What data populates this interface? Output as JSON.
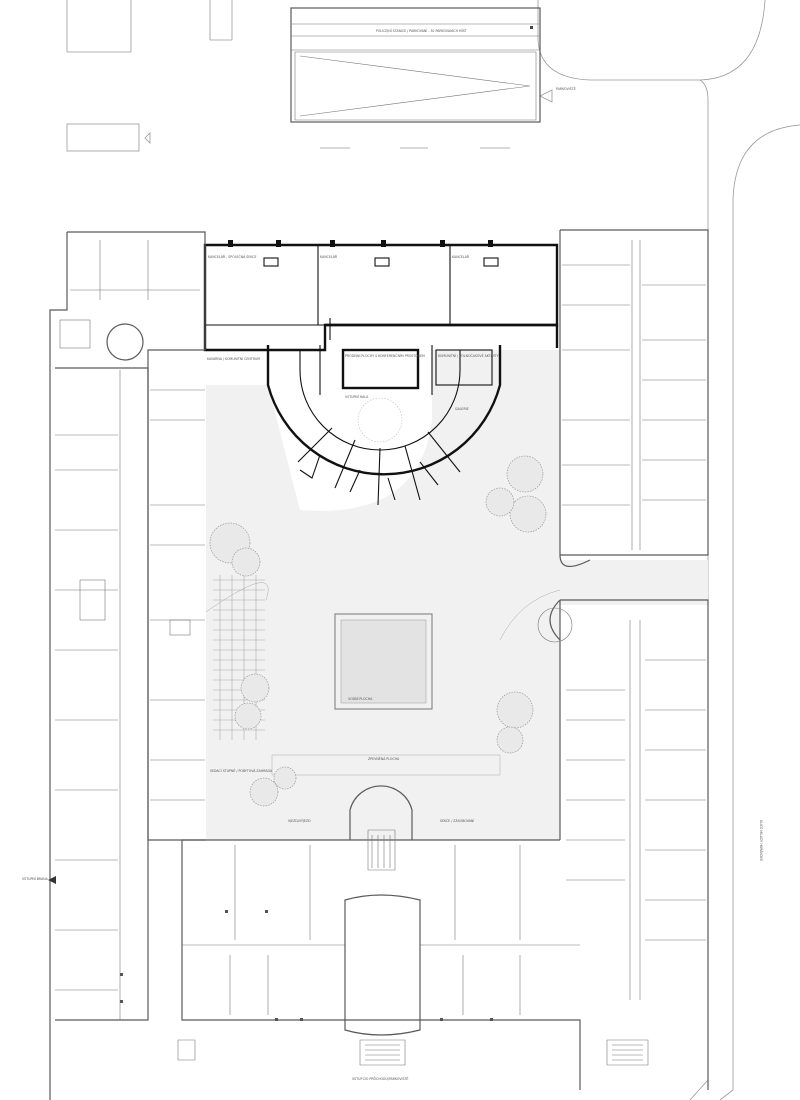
{
  "labels": {
    "canopy_title": "POLICEJNÍ STANICE / PARKOVÁNÍ - 30 PARKOVANÍCH MÍST",
    "parking_label": "PARKOVIŠTĚ",
    "left_entrance": "VSTUPNÍ BRÁNA",
    "bottom_entrance": "VSTUP DO PRŮCHODU/PARKOVIŠTĚ",
    "pool_label": "VODNÍ PLOCHA",
    "court_path": "ZPEVNĚNÁ PLOCHA",
    "garden_label": "SEDACÍ STUPNĚ / POBYTOVÁ ZAHRADA",
    "rotunda_label": "VSTUPNÍ HALA",
    "wing_room_1": "KANCELÁŘ - SPOLEČNÁ SEKCE",
    "wing_room_2": "KANCELÁŘ",
    "wing_room_3": "KANCELÁŘ",
    "annex_label": "KAVÁRNA / KOMUNITNÍ CENTRUM",
    "bar_label_1": "PRODEJNÍ PLOCHY S KONFERENČNÍM PROSTOREM",
    "bar_label_2": "KOMUNITNÍ / VOLNOČASOVÉ AKTIVITY",
    "gallery_label": "GALERIE",
    "left_gate": "VJEZD/VÝJEZD",
    "right_gate": "SEKCE / ZÁSOBOVÁNÍ",
    "street_label": "ULICE MILADY HORÁKOVÉ"
  }
}
